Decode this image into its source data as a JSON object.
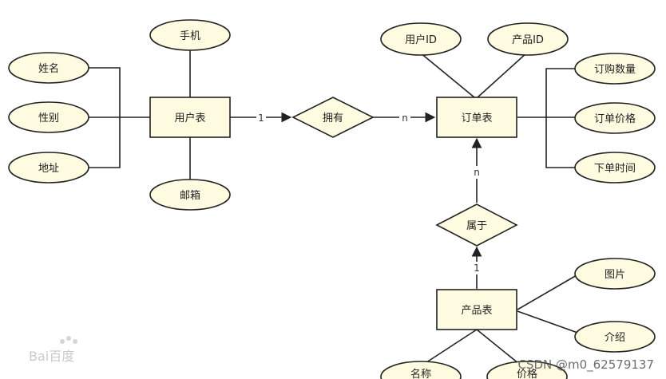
{
  "entities": {
    "user": "用户表",
    "order": "订单表",
    "product": "产品表"
  },
  "relationships": {
    "has": "拥有",
    "belongs": "属于"
  },
  "attributes": {
    "user_name": "姓名",
    "user_gender": "性别",
    "user_address": "地址",
    "user_phone": "手机",
    "user_email": "邮箱",
    "order_user_id": "用户ID",
    "order_product_id": "产品ID",
    "order_qty": "订购数量",
    "order_price": "订单价格",
    "order_time": "下单时间",
    "product_image": "图片",
    "product_intro": "介绍",
    "product_name": "名称",
    "product_price": "价格"
  },
  "cardinalities": {
    "user_has": "1",
    "has_order": "n",
    "order_belongs": "n",
    "belongs_product": "1"
  },
  "watermarks": {
    "baidu": "Bai百度",
    "csdn": "CSDN @m0_62579137"
  },
  "colors": {
    "shape_fill": "#fffbe0",
    "stroke": "#222222"
  }
}
